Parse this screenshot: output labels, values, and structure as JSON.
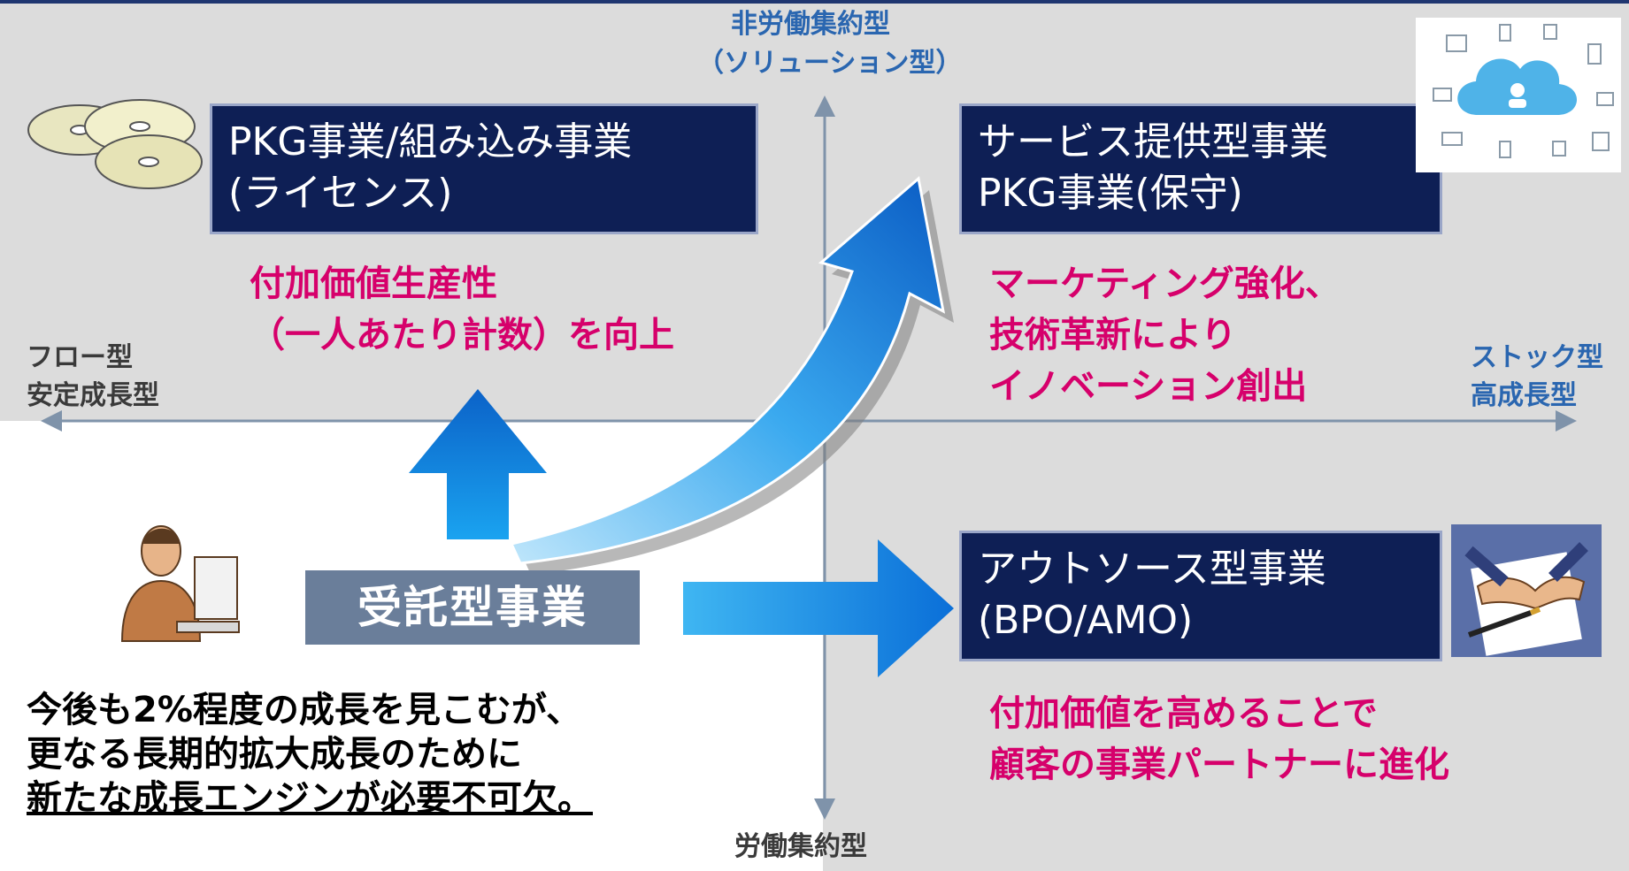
{
  "axes": {
    "top_line1": "非労働集約型",
    "top_line2": "（ソリューション型）",
    "bottom": "労働集約型",
    "left_line1": "フロー型",
    "left_line2": "安定成長型",
    "right_line1": "ストック型",
    "right_line2": "高成長型"
  },
  "boxes": {
    "pkg_line1": "PKG事業/組み込み事業",
    "pkg_line2": "(ライセンス)",
    "service_line1": "サービス提供型事業",
    "service_line2": "PKG事業(保守)",
    "outsource_line1": "アウトソース型事業",
    "outsource_line2": "(BPO/AMO)",
    "contract": "受託型事業"
  },
  "notes": {
    "productivity_line1": "付加価値生産性",
    "productivity_line2": "（一人あたり計数）を向上",
    "marketing_line1": "マーケティング強化、",
    "marketing_line2": "技術革新により",
    "marketing_line3": "イノベーション創出",
    "partner_line1": "付加価値を高めることで",
    "partner_line2": "顧客の事業パートナーに進化",
    "growth_line1": "今後も2%程度の成長を見こむが、",
    "growth_line2": "更なる長期的拡大成長のために",
    "growth_line3": "新たな成長エンジンが必要不可欠。"
  },
  "colors": {
    "navy": "#0e1f55",
    "pink": "#d6006b",
    "axis_blue": "#2a66b0",
    "arrow_blue": "#1a8fe0"
  },
  "icons": [
    "cd-discs-icon",
    "cloud-devices-icon",
    "office-worker-icon",
    "handshake-contract-icon"
  ]
}
